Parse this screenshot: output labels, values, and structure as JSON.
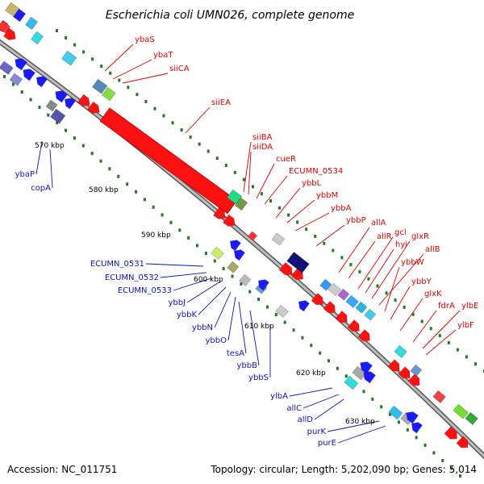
{
  "title": "Escherichia coli UMN026, complete genome",
  "footer": {
    "accession": "Accession: NC_011751",
    "summary": "Topology: circular; Length: 5,202,090 bp; Genes: 5,014"
  },
  "colors": {
    "backbone": "#9a9a9a",
    "tick": "#1e7e1e",
    "forward_gene": "#ff1111",
    "reverse_gene": "#1a1aff",
    "forward_label": "#dd0000",
    "reverse_label": "#1111bb"
  },
  "kbp_ticks": [
    "570 kbp",
    "580 kbp",
    "590 kbp",
    "600 kbp",
    "610 kbp",
    "620 kbp",
    "630 kbp"
  ],
  "forward_genes": [
    "ybaS",
    "ybaT",
    "siiCA",
    "siiEA",
    "siiBA",
    "siiDA",
    "cueR",
    "ECUMN_0534",
    "ybbL",
    "ybbM",
    "ybbA",
    "ybbP",
    "allA",
    "allR",
    "gcl",
    "hyi",
    "glxR",
    "allB",
    "ybbW",
    "ybbY",
    "glxK",
    "fdrA",
    "ylbE",
    "ylbF"
  ],
  "reverse_genes": [
    "ybaP",
    "copA",
    "ECUMN_0531",
    "ECUMN_0532",
    "ECUMN_0533",
    "ybbJ",
    "ybbK",
    "ybbN",
    "ybbO",
    "tesA",
    "ybbB",
    "ybbS",
    "ylbA",
    "allC",
    "allD",
    "purK",
    "purE"
  ]
}
